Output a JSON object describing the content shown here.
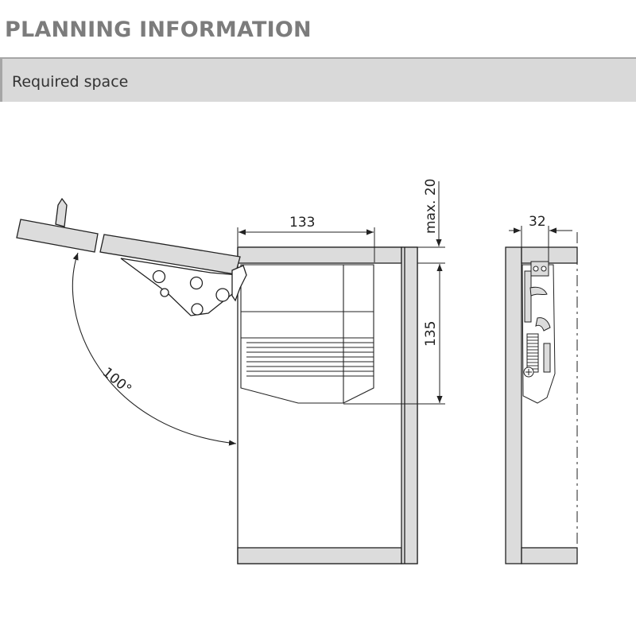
{
  "header": {
    "title": "PLANNING INFORMATION"
  },
  "section": {
    "label": "Required space"
  },
  "diagram": {
    "opening_angle": "100°",
    "dim_depth": "133",
    "dim_top_clearance": "max. 20",
    "dim_height": "135",
    "dim_side_width": "32"
  },
  "colors": {
    "title_gray": "#7c7c7c",
    "bar_gray": "#d9d9d9",
    "panel_gray": "#dcdcdc",
    "line": "#222222"
  }
}
